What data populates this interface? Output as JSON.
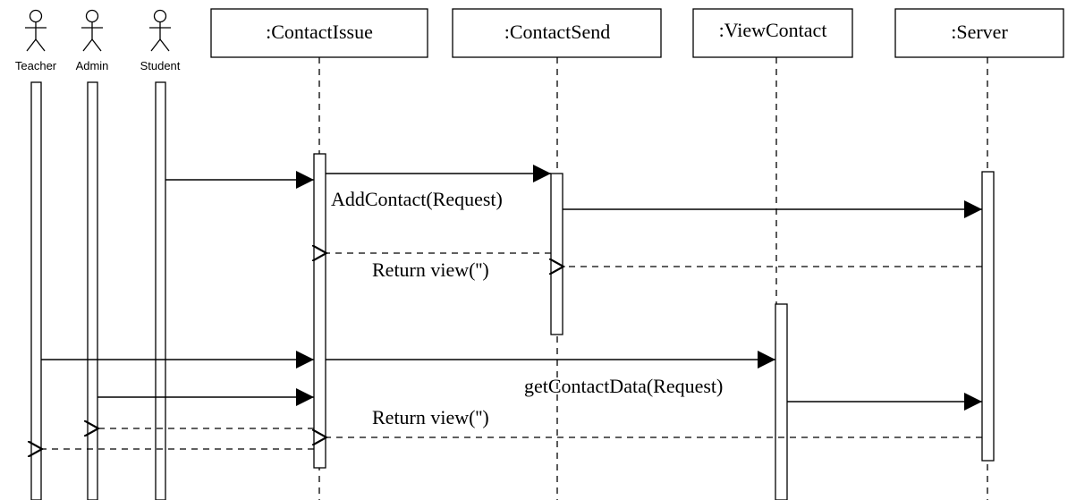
{
  "actors": [
    {
      "name": "Teacher"
    },
    {
      "name": "Admin"
    },
    {
      "name": "Student"
    }
  ],
  "objects": [
    {
      "name": ":ContactIssue"
    },
    {
      "name": ":ContactSend"
    },
    {
      "name": ":ViewContact"
    },
    {
      "name": ":Server"
    }
  ],
  "messages": [
    {
      "label": "AddContact(Request)"
    },
    {
      "label": "Return view('')"
    },
    {
      "label": "getContactData(Request)"
    },
    {
      "label": "Return view('')"
    }
  ]
}
